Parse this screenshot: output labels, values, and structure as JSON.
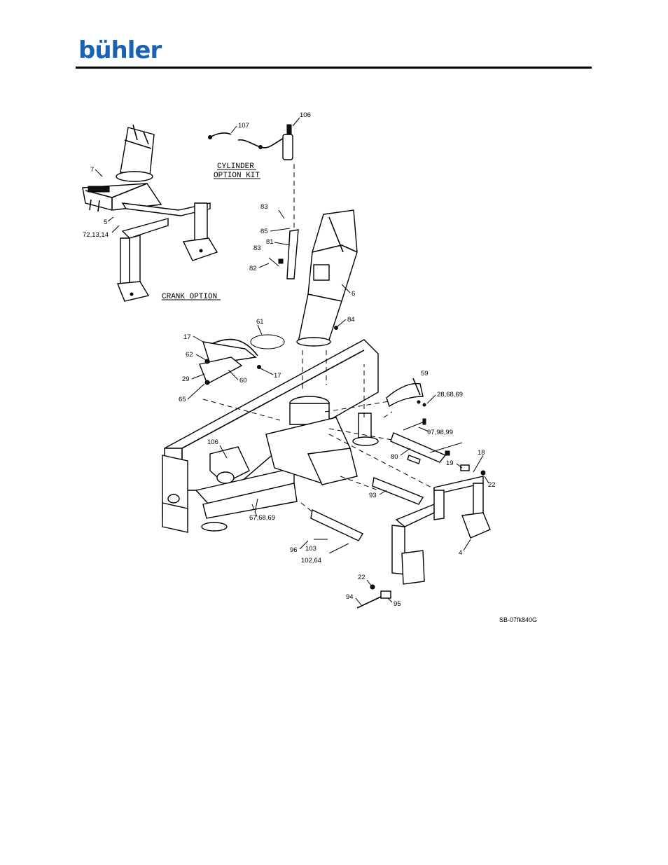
{
  "header": {
    "logo_text": "bühler",
    "brand_color": "#1a63b0"
  },
  "diagram": {
    "captions": {
      "cylinder_kit_line1": "CYLINDER",
      "cylinder_kit_line2": "OPTION KIT",
      "crank_option": "CRANK OPTION"
    },
    "drawing_id": "SB-07fk840G",
    "callouts": {
      "c106_top": "106",
      "c107": "107",
      "c7": "7",
      "c5": "5",
      "c72_13_14": "72,13,14",
      "c83_a": "83",
      "c85": "85",
      "c81": "81",
      "c83_b": "83",
      "c82": "82",
      "c6": "6",
      "c84": "84",
      "c61": "61",
      "c17_a": "17",
      "c62": "62",
      "c17_b": "17",
      "c29": "29",
      "c60": "60",
      "c65": "65",
      "c59": "59",
      "c28_68_69": "28,68,69",
      "c97_98_99": "97,98,99",
      "c106_mid": "106",
      "c80": "80",
      "c18": "18",
      "c19": "19",
      "c22_a": "22",
      "c93": "93",
      "c67_68_69": "67,68,69",
      "c96": "96",
      "c103": "103",
      "c102_64": "102,64",
      "c4": "4",
      "c22_b": "22",
      "c94": "94",
      "c95": "95"
    }
  }
}
